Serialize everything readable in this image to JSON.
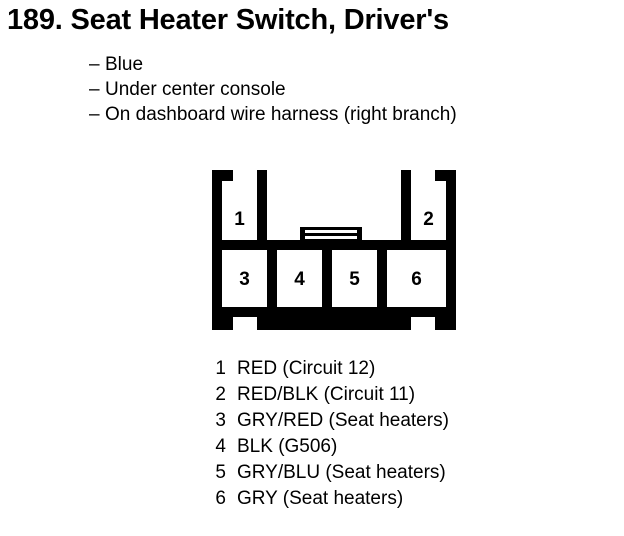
{
  "header": {
    "title": "189.  Seat Heater Switch, Driver's",
    "bullet_marker": "–",
    "details": [
      "Blue",
      "Under center console",
      "On dashboard wire harness (right branch)"
    ]
  },
  "connector": {
    "name": "connector-pinout-diagram",
    "outline_color": "#000000",
    "fill_color": "#ffffff",
    "top_row_pins": [
      "1",
      "2"
    ],
    "bottom_row_pins": [
      "3",
      "4",
      "5",
      "6"
    ],
    "latch_tab_label": "center-latch-tab"
  },
  "legend": {
    "rows": [
      {
        "pin": "1",
        "label": "RED (Circuit 12)"
      },
      {
        "pin": "2",
        "label": "RED/BLK (Circuit 11)"
      },
      {
        "pin": "3",
        "label": "GRY/RED (Seat heaters)"
      },
      {
        "pin": "4",
        "label": "BLK (G506)"
      },
      {
        "pin": "5",
        "label": "GRY/BLU (Seat heaters)"
      },
      {
        "pin": "6",
        "label": "GRY (Seat heaters)"
      }
    ]
  }
}
